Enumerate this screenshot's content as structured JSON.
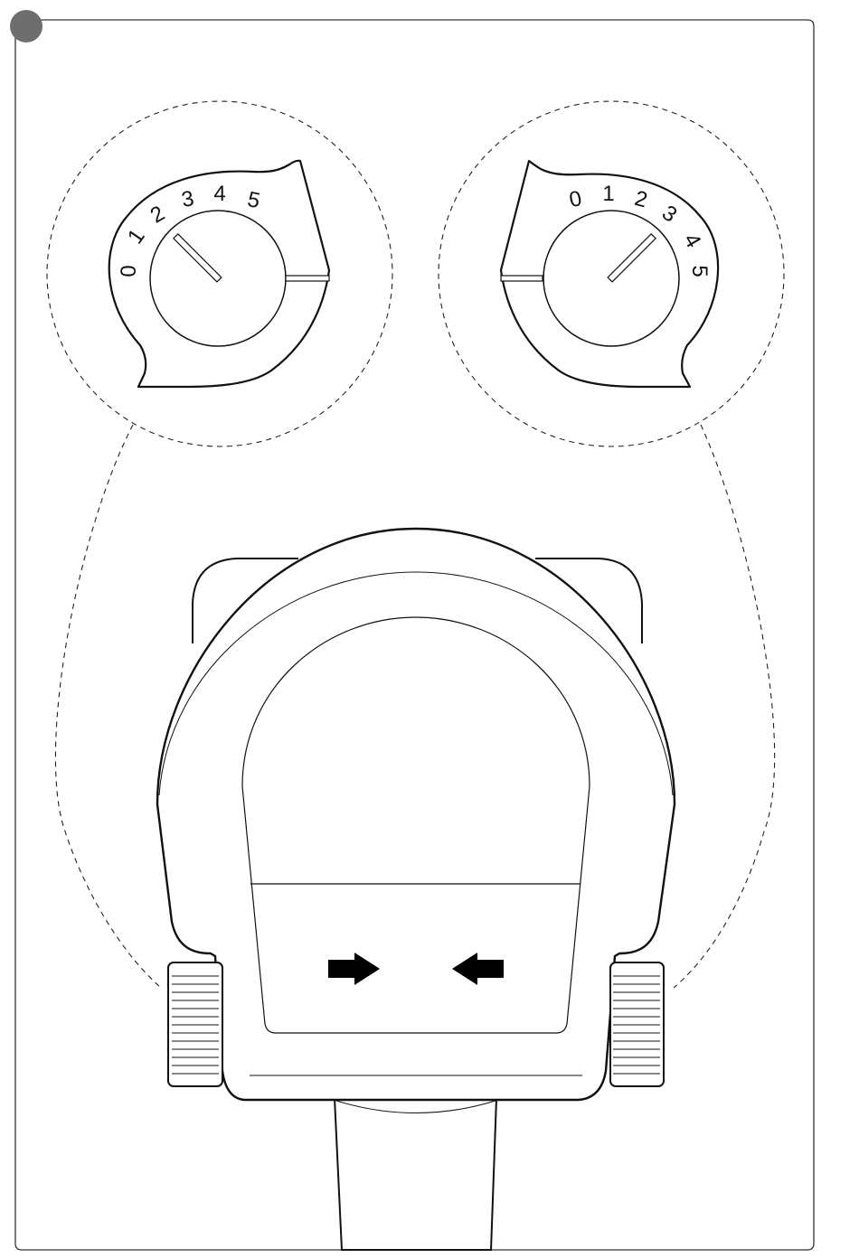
{
  "figure": {
    "step_marker_color": "#6e6e6e",
    "line_color": "#111111",
    "arrow_color": "#000000"
  },
  "left_dial": {
    "scale": [
      "0",
      "1",
      "2",
      "3",
      "4",
      "5"
    ],
    "pointer_setting": "2"
  },
  "right_dial": {
    "scale": [
      "0",
      "1",
      "2",
      "3",
      "4",
      "5"
    ],
    "pointer_setting": "3"
  },
  "device": {
    "arrows": [
      "arrow-right-icon",
      "arrow-left-icon"
    ],
    "side_wheels": [
      "left-adjustment-wheel",
      "right-adjustment-wheel"
    ]
  }
}
